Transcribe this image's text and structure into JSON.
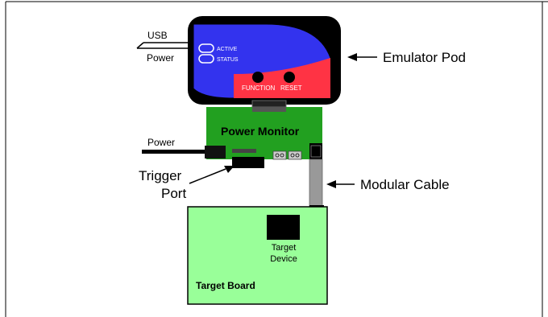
{
  "labels": {
    "usb": "USB",
    "power_top": "Power",
    "active": "ACTIVE",
    "status": "STATUS",
    "function": "FUNCTION",
    "reset": "RESET",
    "emulator_pod": "Emulator Pod",
    "power_monitor": "Power Monitor",
    "power_left": "Power",
    "trigger_line1": "Trigger",
    "trigger_line2": "Port",
    "modular_cable": "Modular Cable",
    "target_device_line1": "Target",
    "target_device_line2": "Device",
    "target_board": "Target Board"
  },
  "colors": {
    "pod_body": "#000000",
    "pod_blue": "#3333ee",
    "pod_red": "#ff3344",
    "power_monitor": "#22a020",
    "target_board": "#99ff99",
    "cable": "#999999"
  }
}
